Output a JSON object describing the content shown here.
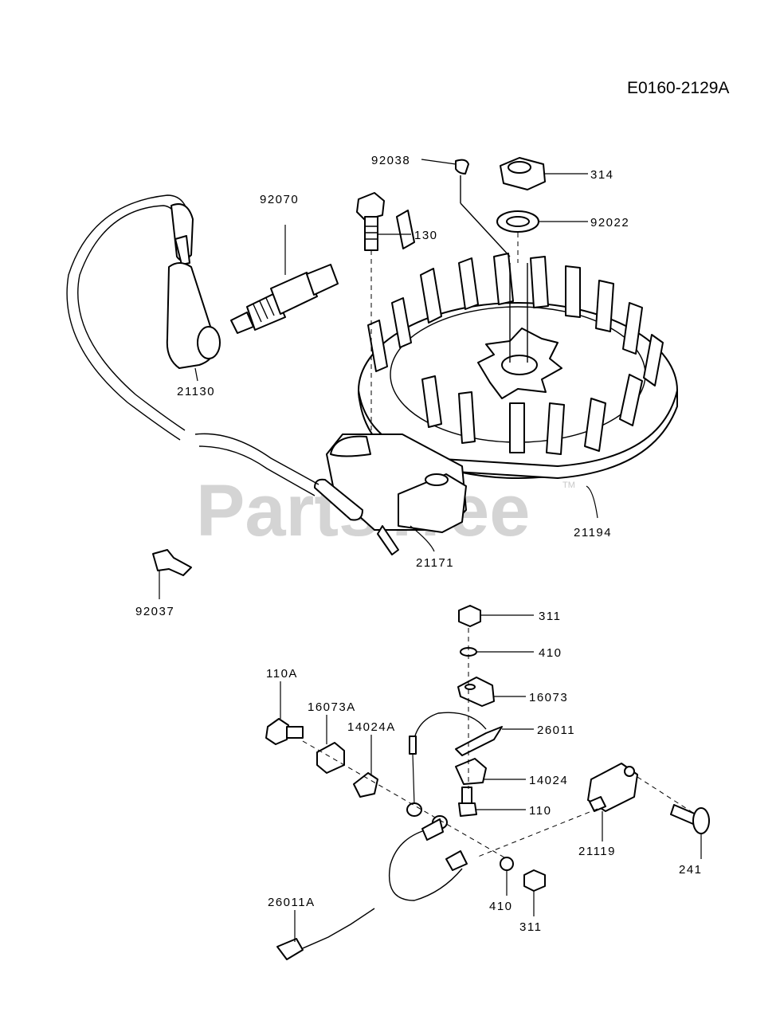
{
  "diagram_code": "E0160-2129A",
  "watermark": "PartsTree",
  "trademark": "TM",
  "callouts": {
    "c92038": "92038",
    "c314": "314",
    "c92022": "92022",
    "c92070": "92070",
    "c130": "130",
    "c21130": "21130",
    "c21194": "21194",
    "c21171": "21171",
    "c92037": "92037",
    "c311a": "311",
    "c410a": "410",
    "c16073": "16073",
    "c26011": "26011",
    "c14024": "14024",
    "c110": "110",
    "c110A": "110A",
    "c16073A": "16073A",
    "c14024A": "14024A",
    "c21119": "21119",
    "c241": "241",
    "c26011A": "26011A",
    "c410b": "410",
    "c311b": "311"
  }
}
